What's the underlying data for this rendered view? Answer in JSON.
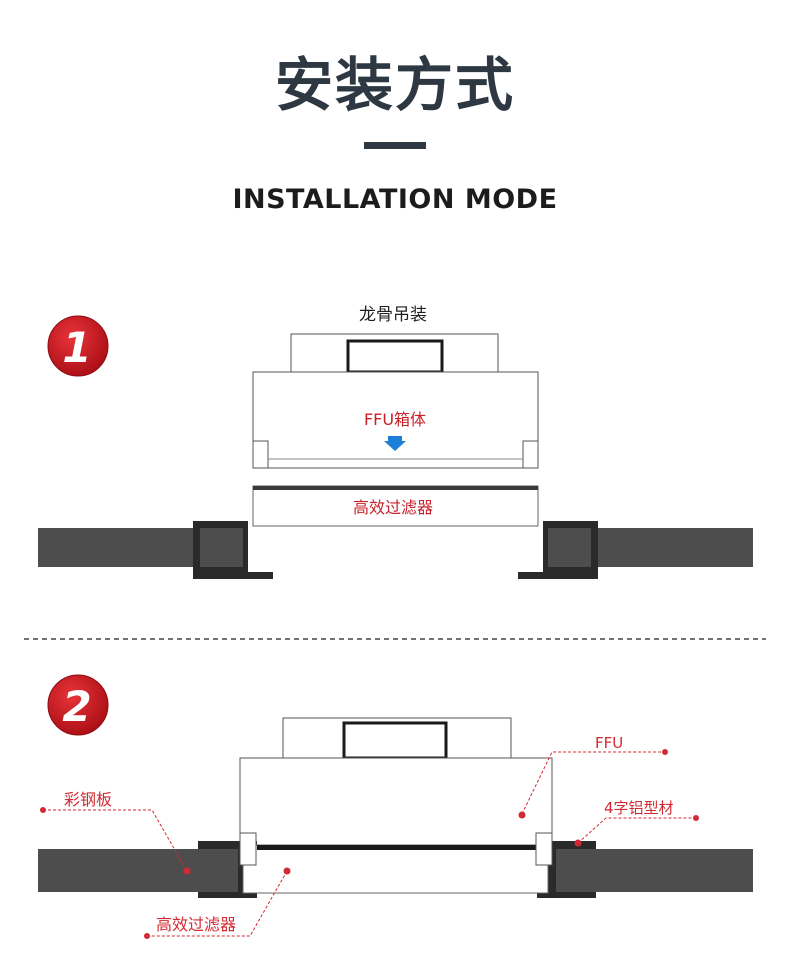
{
  "header": {
    "title_cn": "安装方式",
    "title_en": "INSTALLATION MODE"
  },
  "method1": {
    "badge": "1",
    "label_top": "龙骨吊装",
    "label_box": "FFU箱体",
    "label_filter": "高效过滤器"
  },
  "method2": {
    "badge": "2",
    "label_ffu": "FFU",
    "label_panel": "彩钢板",
    "label_profile": "4字铝型材",
    "label_filter": "高效过滤器"
  },
  "colors": {
    "title": "#2e3842",
    "badge_red": "#c8161d",
    "label_red": "#c8202a",
    "panel_gray": "#4d4d4d",
    "profile_dark": "#2a2a2a",
    "arrow_blue": "#1e7fd8",
    "divider": "#444444"
  }
}
